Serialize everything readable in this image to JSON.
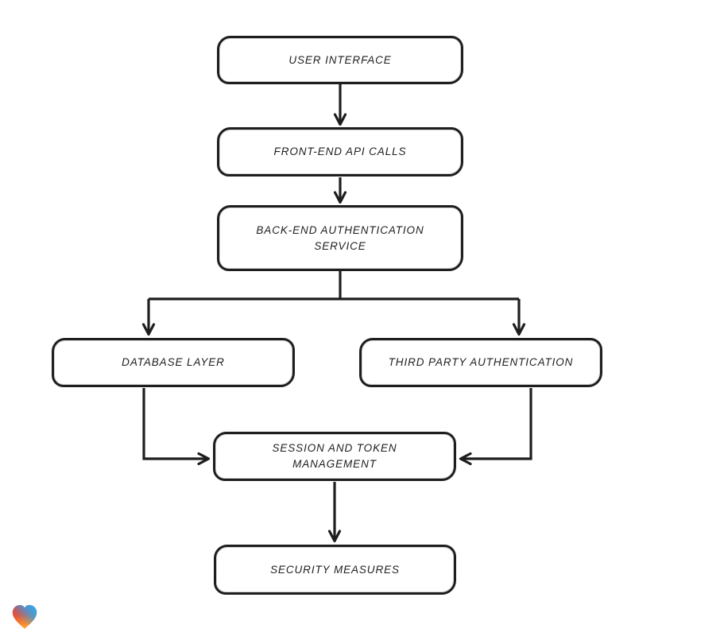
{
  "diagram": {
    "type": "flowchart",
    "style": "hand-drawn",
    "colors": {
      "background": "#ffffff",
      "node_fill": "#ffffff",
      "stroke": "#1e1e1e",
      "text": "#1e1e1e",
      "logo_red": "#ee3b3b",
      "logo_blue": "#2fa3ee",
      "logo_orange": "#ff9e2c"
    },
    "nodes": [
      {
        "id": "user-interface",
        "label": "USER INTERFACE"
      },
      {
        "id": "front-end-api-calls",
        "label": "FRONT-END API CALLS"
      },
      {
        "id": "back-end-authentication-service",
        "label": "BACK-END AUTHENTICATION SERVICE"
      },
      {
        "id": "database-layer",
        "label": "DATABASE LAYER"
      },
      {
        "id": "third-party-authentication",
        "label": "THIRD PARTY AUTHENTICATION"
      },
      {
        "id": "session-and-token-management",
        "label": "SESSION AND TOKEN MANAGEMENT"
      },
      {
        "id": "security-measures",
        "label": "SECURITY MEASURES"
      }
    ],
    "edges": [
      {
        "from": "user-interface",
        "to": "front-end-api-calls"
      },
      {
        "from": "front-end-api-calls",
        "to": "back-end-authentication-service"
      },
      {
        "from": "back-end-authentication-service",
        "to": "database-layer"
      },
      {
        "from": "back-end-authentication-service",
        "to": "third-party-authentication"
      },
      {
        "from": "database-layer",
        "to": "session-and-token-management"
      },
      {
        "from": "third-party-authentication",
        "to": "session-and-token-management"
      },
      {
        "from": "session-and-token-management",
        "to": "security-measures"
      }
    ],
    "logo": {
      "icon": "heart-icon",
      "name": "gradient-heart-badge"
    }
  }
}
